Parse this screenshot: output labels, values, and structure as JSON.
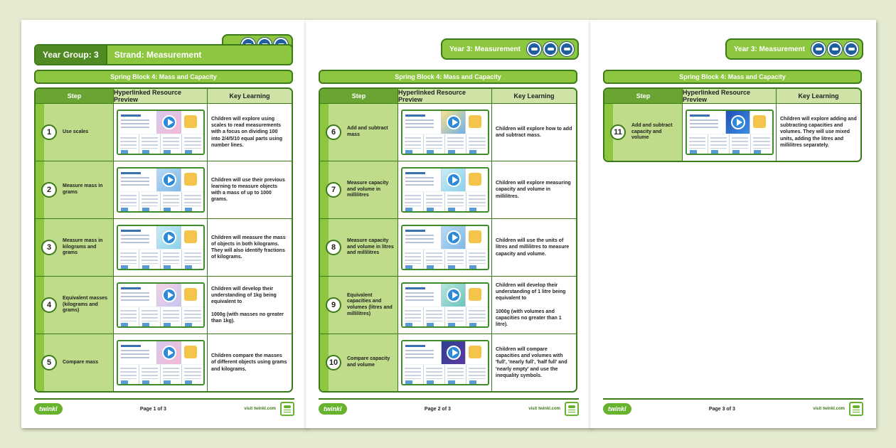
{
  "common": {
    "preview_header": "Hyperlinked Resource Preview",
    "step_header": "Step",
    "key_header": "Key Learning",
    "block_title": "Spring Block 4: Mass and Capacity",
    "short_year": "Year 3: Measurement",
    "logo": "twinkl",
    "url": "visit twinkl.com"
  },
  "page1": {
    "year_group": "Year Group: 3",
    "strand": "Strand: Measurement",
    "page_label": "Page 1 of 3",
    "rows": [
      {
        "num": "1",
        "step": "Use scales",
        "key": "Children will explore using scales to read measurements with a focus on dividing 100 into 2/4/5/10 equal parts using number lines."
      },
      {
        "num": "2",
        "step": "Measure mass in grams",
        "key": "Children will use their previous learning to measure objects with a mass of up to 1000 grams."
      },
      {
        "num": "3",
        "step": "Measure mass in kilograms and grams",
        "key": "Children will measure the mass of objects in both kilograms. They will also identify fractions of kilograms."
      },
      {
        "num": "4",
        "step": "Equivalent masses (kilograms and grams)",
        "key": "Children will develop their understanding of 1kg being equivalent to\n\n1000g (with masses no greater than 1kg)."
      },
      {
        "num": "5",
        "step": "Compare mass",
        "key": "Children compare the masses of different objects using grams and kilograms."
      }
    ]
  },
  "page2": {
    "page_label": "Page 2 of 3",
    "rows": [
      {
        "num": "6",
        "step": "Add and subtract mass",
        "key": "Children will explore how to add and subtract mass."
      },
      {
        "num": "7",
        "step": "Measure capacity and volume in millilitres",
        "key": "Children will explore measuring capacity and volume in millilitres."
      },
      {
        "num": "8",
        "step": "Measure capacity and volume in litres and millilitres",
        "key": "Children will use the units of litres and millilitres to measure capacity and volume."
      },
      {
        "num": "9",
        "step": "Equivalent capacities and volumes (litres and millilitres)",
        "key": "Children will develop their understanding of 1 litre being equivalent to\n\n1000g (with volumes and capacities no greater than 1 litre)."
      },
      {
        "num": "10",
        "step": "Compare capacity and volume",
        "key": "Children will compare capacities and volumes with 'full', 'nearly full', 'half full' and 'nearly empty' and use the inequality symbols."
      }
    ]
  },
  "page3": {
    "page_label": "Page 3 of 3",
    "rows": [
      {
        "num": "11",
        "step": "Add and subtract capacity and volume",
        "key": "Children will explore adding and subtracting capacities and volumes. They will use mixed units, adding the litres and millilitres separately."
      }
    ]
  },
  "colors": {
    "green_light": "#8dc63f",
    "green_dark": "#3d7a1a",
    "step_cell": "#bfdc8a",
    "header_light": "#cfe3a6",
    "background": "#e4ebd1"
  }
}
